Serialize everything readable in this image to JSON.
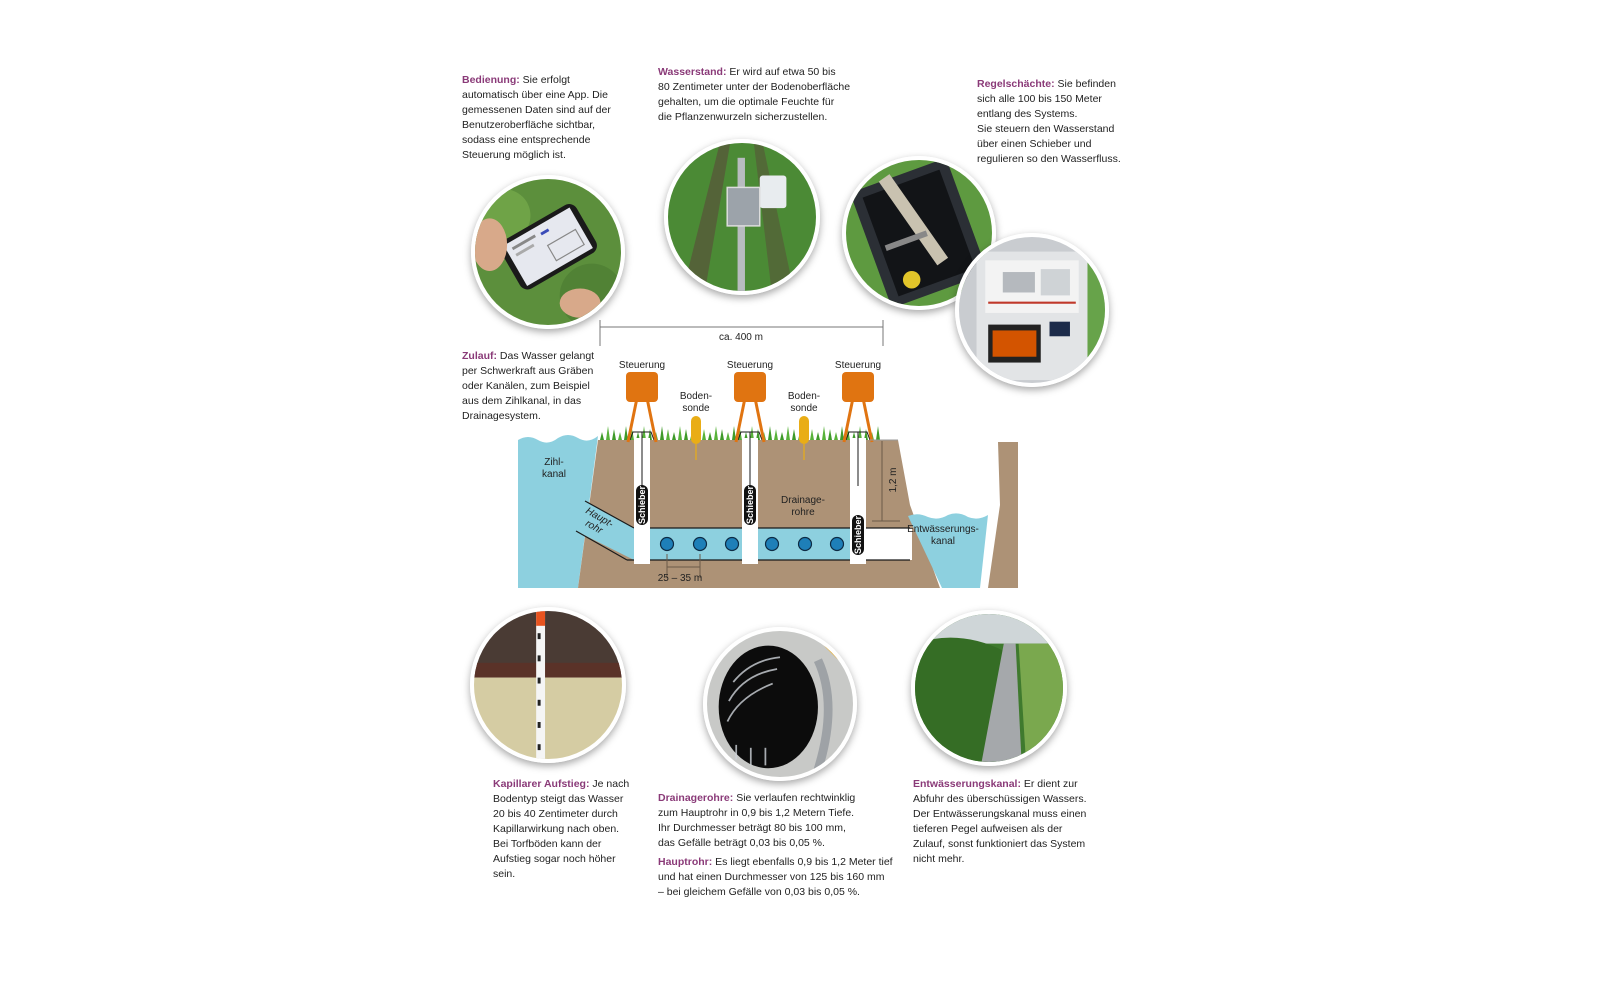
{
  "captions": {
    "bedienung": {
      "heading": "Bedienung:",
      "lines": [
        "Sie erfolgt",
        "automatisch über eine App. Die",
        "gemessenen Daten sind auf der",
        "Benutzeroberfläche sichtbar,",
        "sodass eine entsprechende",
        "Steuerung möglich ist."
      ]
    },
    "wasserstand": {
      "heading": "Wasserstand:",
      "lines": [
        "Er wird auf etwa 50 bis",
        "80 Zentimeter unter der Bodenoberfläche",
        "gehalten, um die optimale Feuchte für",
        "die Pflanzenwurzeln sicherzustellen."
      ]
    },
    "regelschaechte": {
      "heading": "Regelschächte:",
      "lines": [
        "Sie befinden",
        "sich alle 100 bis 150 Meter",
        "entlang des Systems.",
        "Sie steuern den Wasserstand",
        "über einen Schieber und",
        "regulieren so den Wasserfluss."
      ]
    },
    "zulauf": {
      "heading": "Zulauf:",
      "lines": [
        "Das Wasser gelangt",
        "per Schwerkraft aus Gräben",
        "oder Kanälen, zum Beispiel",
        "aus dem Zihlkanal, in das",
        "Drainagesystem."
      ]
    },
    "kapillarer": {
      "heading": "Kapillarer Aufstieg:",
      "lines": [
        "Je nach",
        "Bodentyp steigt das Wasser",
        "20 bis 40 Zentimeter durch",
        "Kapillarwirkung nach oben.",
        "Bei Torfböden kann der",
        "Aufstieg sogar noch höher",
        "sein."
      ]
    },
    "drainagerohre": {
      "heading": "Drainagerohre:",
      "lines": [
        "Sie verlaufen rechtwinklig",
        "zum Hauptrohr in 0,9 bis 1,2 Metern Tiefe.",
        "Ihr Durchmesser beträgt 80 bis 100 mm,",
        "das Gefälle beträgt 0,03 bis 0,05 %."
      ]
    },
    "hauptrohr": {
      "heading": "Hauptrohr:",
      "lines": [
        "Es liegt ebenfalls 0,9 bis 1,2 Meter tief",
        "und hat einen Durchmesser von 125 bis 160 mm",
        "–  bei gleichem Gefälle von 0,03 bis 0,05 %."
      ]
    },
    "entwaesserung": {
      "heading": "Entwässerungskanal:",
      "lines": [
        "Er dient zur",
        "Abfuhr des überschüssigen Wassers.",
        "Der Entwässerungskanal muss einen",
        "tieferen Pegel aufweisen als der",
        "Zulauf, sonst funktioniert das System",
        "nicht mehr."
      ]
    }
  },
  "diagram": {
    "length_label": "ca. 400 m",
    "steuerung": [
      "Steuerung",
      "Steuerung",
      "Steuerung"
    ],
    "bodensonde": [
      [
        "Boden-",
        "sonde"
      ],
      [
        "Boden-",
        "sonde"
      ]
    ],
    "schieber": [
      "Schieber",
      "Schieber",
      "Schieber"
    ],
    "zihlkanal": [
      "Zihl-",
      "kanal"
    ],
    "hauptrohr": [
      "Haupt-",
      "rohr"
    ],
    "drainagerohre": [
      "Drainage-",
      "rohre"
    ],
    "entwaesserungskanal": [
      "Entwässerungs-",
      "kanal"
    ],
    "depth_label": "1,2 m",
    "spacing_label": "25 – 35 m",
    "colors": {
      "soil": "#ad9276",
      "water": "#8dd0df",
      "controller": "#e07411",
      "probe": "#e9ad16",
      "pipe": "#1e7fb8",
      "grass": "#3f9a2a",
      "heading": "#8a3a78"
    }
  },
  "photos": [
    "smartphone-app",
    "soil-probe-station",
    "control-shaft",
    "control-cabinet",
    "soil-profile",
    "drainage-pipe",
    "drainage-ditch"
  ]
}
